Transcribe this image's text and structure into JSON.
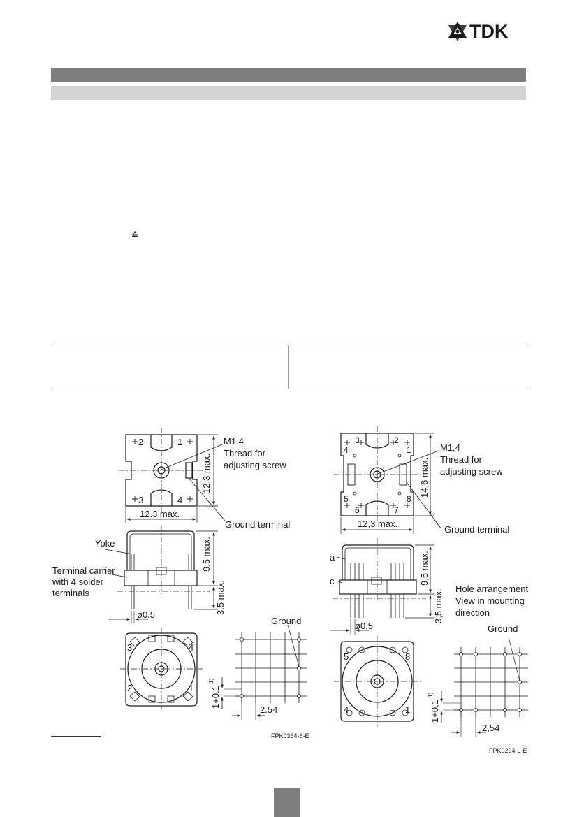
{
  "brand": {
    "name": "TDK"
  },
  "symbols": {
    "equiv": "≙"
  },
  "drawings": {
    "left": {
      "thread_size": "M1.4",
      "thread_line1": "Thread for",
      "thread_line2": "adjusting screw",
      "height_dim": "12.3 max.",
      "width_dim": "12.3 max.",
      "ground_terminal": "Ground terminal",
      "yoke": "Yoke",
      "carrier_line1": "Terminal carrier",
      "carrier_line2": "with 4 solder",
      "carrier_line3": "terminals",
      "side_height": "9.5 max.",
      "pin_length": "3.5 max.",
      "pin_dia": "ø0.5",
      "ground": "Ground",
      "pitch": "2.54",
      "offset": "1+0.1",
      "offset_note": "1)",
      "pins": [
        "1",
        "2",
        "3",
        "4"
      ],
      "bottom_pins": [
        "3",
        "4",
        "2",
        "1"
      ],
      "code": "FPK0364-6-E"
    },
    "right": {
      "thread_size": "M1,4",
      "thread_line1": "Thread for",
      "thread_line2": "adjusting screw",
      "height_dim": "14,6 max.",
      "width_dim": "12,3 max.",
      "ground_terminal": "Ground terminal",
      "label_a": "a",
      "label_c": "c",
      "side_height": "9,5 max.",
      "pin_length": "3,5 max.",
      "pin_dia": "ø0,5",
      "hole_line1": "Hole arrangement",
      "hole_line2": "View in mounting",
      "hole_line3": "direction",
      "ground": "Ground",
      "pitch": "2,54",
      "offset": "1+0,1",
      "offset_note": "1)",
      "pins": [
        "3",
        "2",
        "4",
        "1",
        "5",
        "8",
        "6",
        "7"
      ],
      "bottom_pins": [
        "5",
        "8",
        "4",
        "1"
      ],
      "code": "FPK0294-L-E"
    }
  }
}
